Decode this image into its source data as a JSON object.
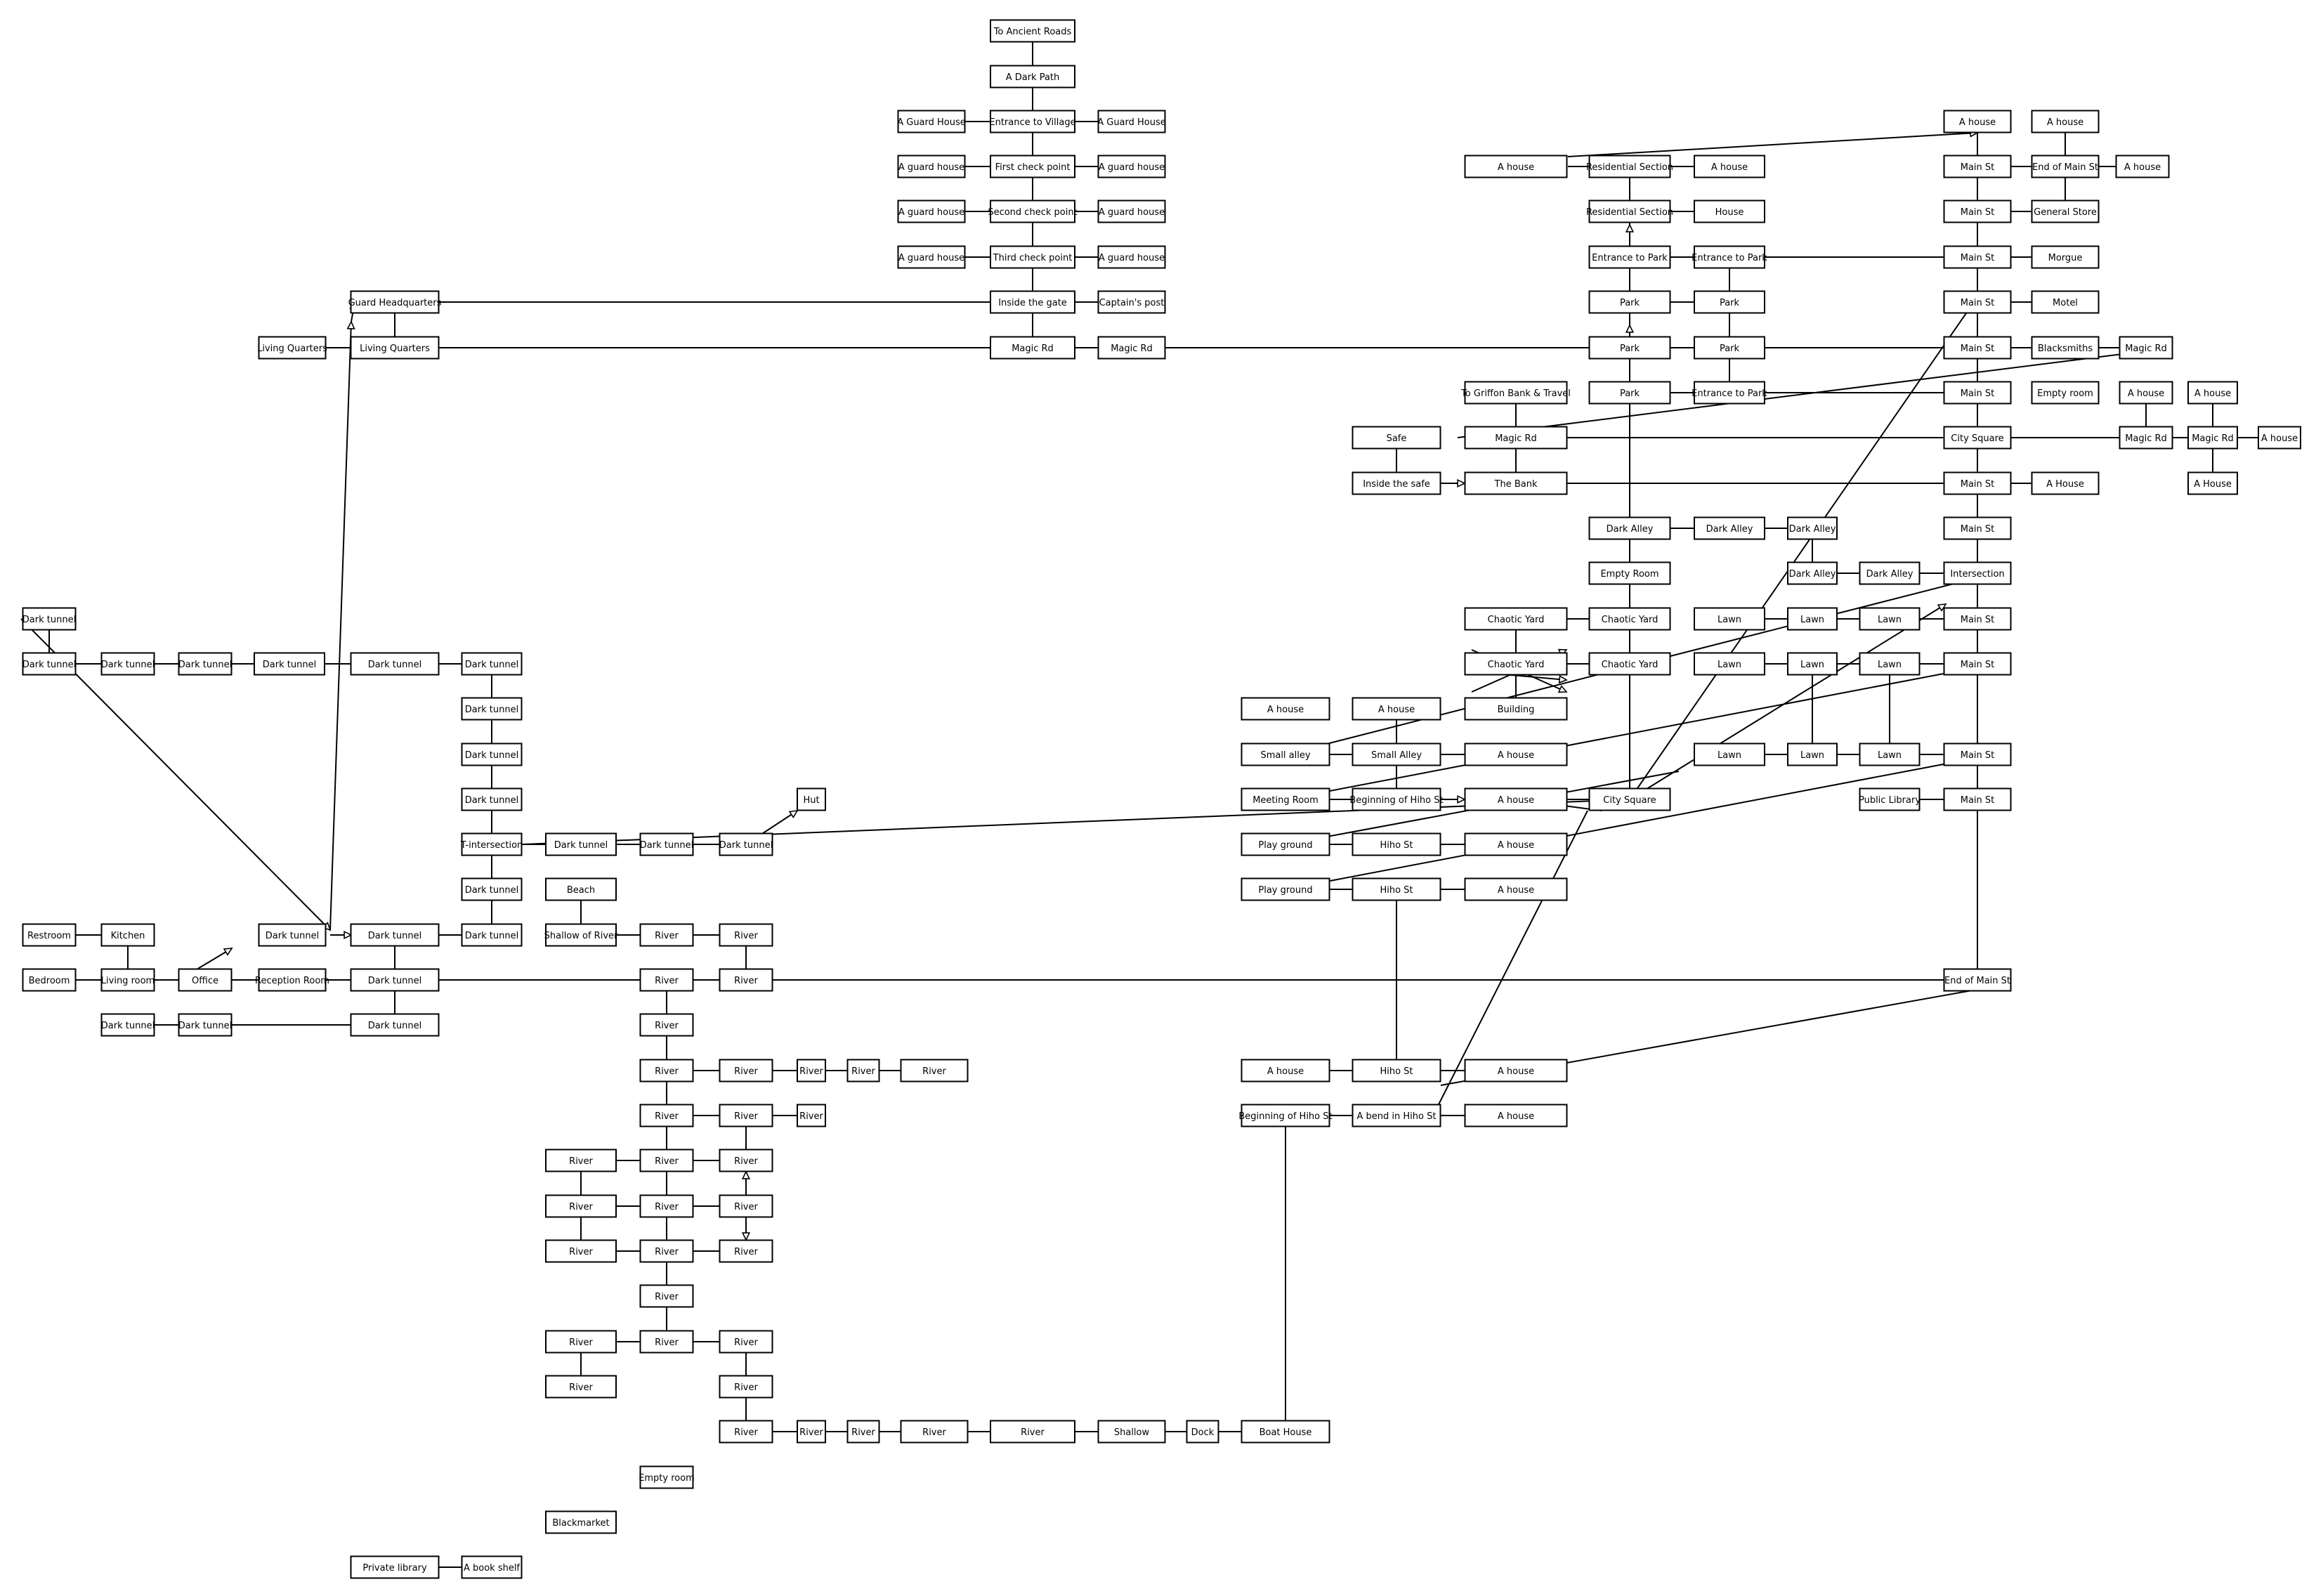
{
  "rooms": {
    "r0": "To Ancient Roads",
    "r1": "A Dark Path",
    "r2": "A Guard House",
    "r3": "Entrance to Village",
    "r4": "A Guard House",
    "r5": "A guard house",
    "r6": "First check point",
    "r7": "A guard house",
    "r8": "A guard house",
    "r9": "Second check point",
    "r10": "A guard house",
    "r11": "A guard house",
    "r12": "Third check point",
    "r13": "A guard house",
    "r14": "Guard Headquarters",
    "r15": "Inside the gate",
    "r16": "Captain's post",
    "r17": "Living Quarters",
    "r18": "Living Quarters",
    "r19": "Magic Rd",
    "r20": "Magic Rd",
    "r21": "A house",
    "r22": "A house",
    "r23": "A house",
    "r24": "Residential Section",
    "r25": "A house",
    "r26": "Main St",
    "r27": "End of Main St",
    "r28": "A house",
    "r29": "Residential Section",
    "r30": "House",
    "r31": "Main St",
    "r32": "General Store",
    "r33": "Entrance to Park",
    "r34": "Entrance to Park",
    "r35": "Main St",
    "r36": "Morgue",
    "r37": "Park",
    "r38": "Park",
    "r39": "Main St",
    "r40": "Motel",
    "r41": "Park",
    "r42": "Park",
    "r43": "Main St",
    "r44": "Blacksmiths",
    "r45": "Magic Rd",
    "r46": "To Griffon Bank & Travel",
    "r47": "Park",
    "r48": "Entrance to Park",
    "r49": "Main St",
    "r50": "Empty room",
    "r51": "A house",
    "r52": "A house",
    "r53": "Safe",
    "r54": "Magic Rd",
    "r55": "City Square",
    "r56": "Magic Rd",
    "r57": "Magic Rd",
    "r58": "A house",
    "r59": "Inside the safe",
    "r60": "The Bank",
    "r61": "Main St",
    "r62": "A House",
    "r63": "A House",
    "r64": "Dark Alley",
    "r65": "Dark Alley",
    "r66": "Dark Alley",
    "r67": "Main St",
    "r68": "Empty Room",
    "r69": "Dark Alley",
    "r70": "Dark Alley",
    "r71": "Intersection",
    "r72": "Dark tunnel",
    "r73": "Chaotic Yard",
    "r74": "Chaotic Yard",
    "r75": "Lawn",
    "r76": "Lawn",
    "r77": "Lawn",
    "r78": "Main St",
    "r79": "Dark tunnel",
    "r80": "Dark tunnel",
    "r81": "Dark tunnel",
    "r82": "Dark tunnel",
    "r83": "Dark tunnel",
    "r84": "Dark tunnel",
    "r85": "Chaotic Yard",
    "r86": "Chaotic Yard",
    "r87": "Lawn",
    "r88": "Lawn",
    "r89": "Lawn",
    "r90": "Main St",
    "r91": "Dark tunnel",
    "r92": "A house",
    "r93": "A house",
    "r94": "Building",
    "r95": "Dark tunnel",
    "r96": "Small alley",
    "r97": "Small Alley",
    "r98": "A house",
    "r99": "Lawn",
    "r100": "Lawn",
    "r101": "Lawn",
    "r102": "Main St",
    "r103": "Dark tunnel",
    "r104": "Hut",
    "r105": "Meeting Room",
    "r106": "Beginning of Hiho St",
    "r107": "A house",
    "r108": "City Square",
    "r109": "Public Library",
    "r110": "Main St",
    "r111": "T-intersection",
    "r112": "Dark tunnel",
    "r113": "Dark tunnel",
    "r114": "Dark tunnel",
    "r115": "Play ground",
    "r116": "Hiho St",
    "r117": "A house",
    "r118": "Dark tunnel",
    "r119": "Beach",
    "r120": "Play ground",
    "r121": "Hiho St",
    "r122": "A house",
    "r123": "Restroom",
    "r124": "Kitchen",
    "r125": "Dark tunnel",
    "r126": "Dark tunnel",
    "r127": "Dark tunnel",
    "r128": "Shallow of River",
    "r129": "River",
    "r130": "River",
    "r131": "Bedroom",
    "r132": "Living room",
    "r133": "Office",
    "r134": "Reception Room",
    "r135": "Dark tunnel",
    "r136": "River",
    "r137": "River",
    "r138": "End of Main St",
    "r139": "Dark tunnel",
    "r140": "Dark tunnel",
    "r141": "Dark tunnel",
    "r142": "River",
    "r143": "River",
    "r144": "River",
    "r145": "River",
    "r146": "River",
    "r147": "River",
    "r148": "A house",
    "r149": "Hiho St",
    "r150": "A house",
    "r151": "River",
    "r152": "River",
    "r153": "River",
    "r154": "Beginning of Hiho St",
    "r155": "A bend in Hiho St",
    "r156": "A house",
    "r157": "River",
    "r158": "River",
    "r159": "River",
    "r160": "River",
    "r161": "River",
    "r162": "River",
    "r163": "River",
    "r164": "River",
    "r165": "River",
    "r166": "River",
    "r167": "River",
    "r168": "River",
    "r169": "River",
    "r170": "River",
    "r171": "River",
    "r172": "River",
    "r173": "River",
    "r174": "River",
    "r175": "River",
    "r176": "River",
    "r177": "Shallow",
    "r178": "Dock",
    "r179": "Boat House",
    "r180": "Empty room",
    "r181": "Blackmarket",
    "r182": "Private library",
    "r183": "A book shelf"
  },
  "exit_rooms": [
    "r0",
    "r46"
  ],
  "colors": {
    "exit_border": "#0000cc",
    "exit_text": "#0000cc",
    "room_border": "#000000",
    "line": "#000000",
    "background": "#ffffff"
  }
}
